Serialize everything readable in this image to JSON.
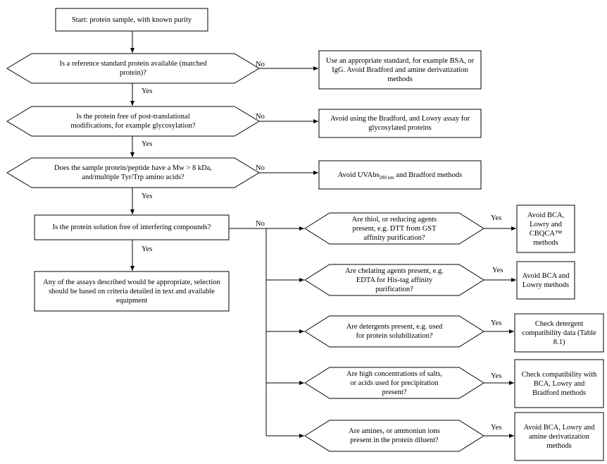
{
  "start": "Start: protein sample, with known purity",
  "decisions": {
    "reference_standard": "Is a reference standard protein available (matched protein)?",
    "ptm_free": "Is the protein free of post-translational modifications, for example glycosylation?",
    "mw_check": "Does the sample protein/peptide have a Mw > 8 kDa, and/multiple Tyr/Trp amino acids?",
    "interfering_free": "Is the protein solution free of interfering compounds?",
    "thiol": "Are thiol, or reducing agents present, e.g. DTT from GST affinity purification?",
    "chelating": "Are chelating agents present, e.g. EDTA for His-tag affinity purification?",
    "detergents": "Are detergents present, e.g. used for protein solubilization?",
    "salts": "Are high concentrations of salts, or acids used for precipitation present?",
    "amines": "Are amines, or ammoniun ions present in the protein diluent?"
  },
  "outcomes": {
    "use_standard": "Use an appropriate standard, for example BSA, or IgG. Avoid Bradford and amine derivatization methods",
    "avoid_bradford_lowry": "Avoid using the Bradford, and Lowry assay for glycosylated proteins",
    "avoid_uvabs_pre": "Avoid UVAbs",
    "avoid_uvabs_sub": "280 nm",
    "avoid_uvabs_post": " and Bradford methods",
    "any_assay": "Any of the assays described would be appropriate, selection should be based on criteria detailed in text and available equipment",
    "avoid_bca_cbqca": "Avoid BCA, Lowry and CBQCA™ methods",
    "avoid_bca_lowry": "Avoid BCA and Lowry methods",
    "check_detergent": "Check detergent compatibility data (Table 8.1)",
    "check_compat": "Check compatibility with BCA, Lowry and Bradford methods",
    "avoid_bca_amine": "Avoid BCA, Lowry and amine derivatization methods"
  },
  "labels": {
    "yes": "Yes",
    "no": "No"
  }
}
